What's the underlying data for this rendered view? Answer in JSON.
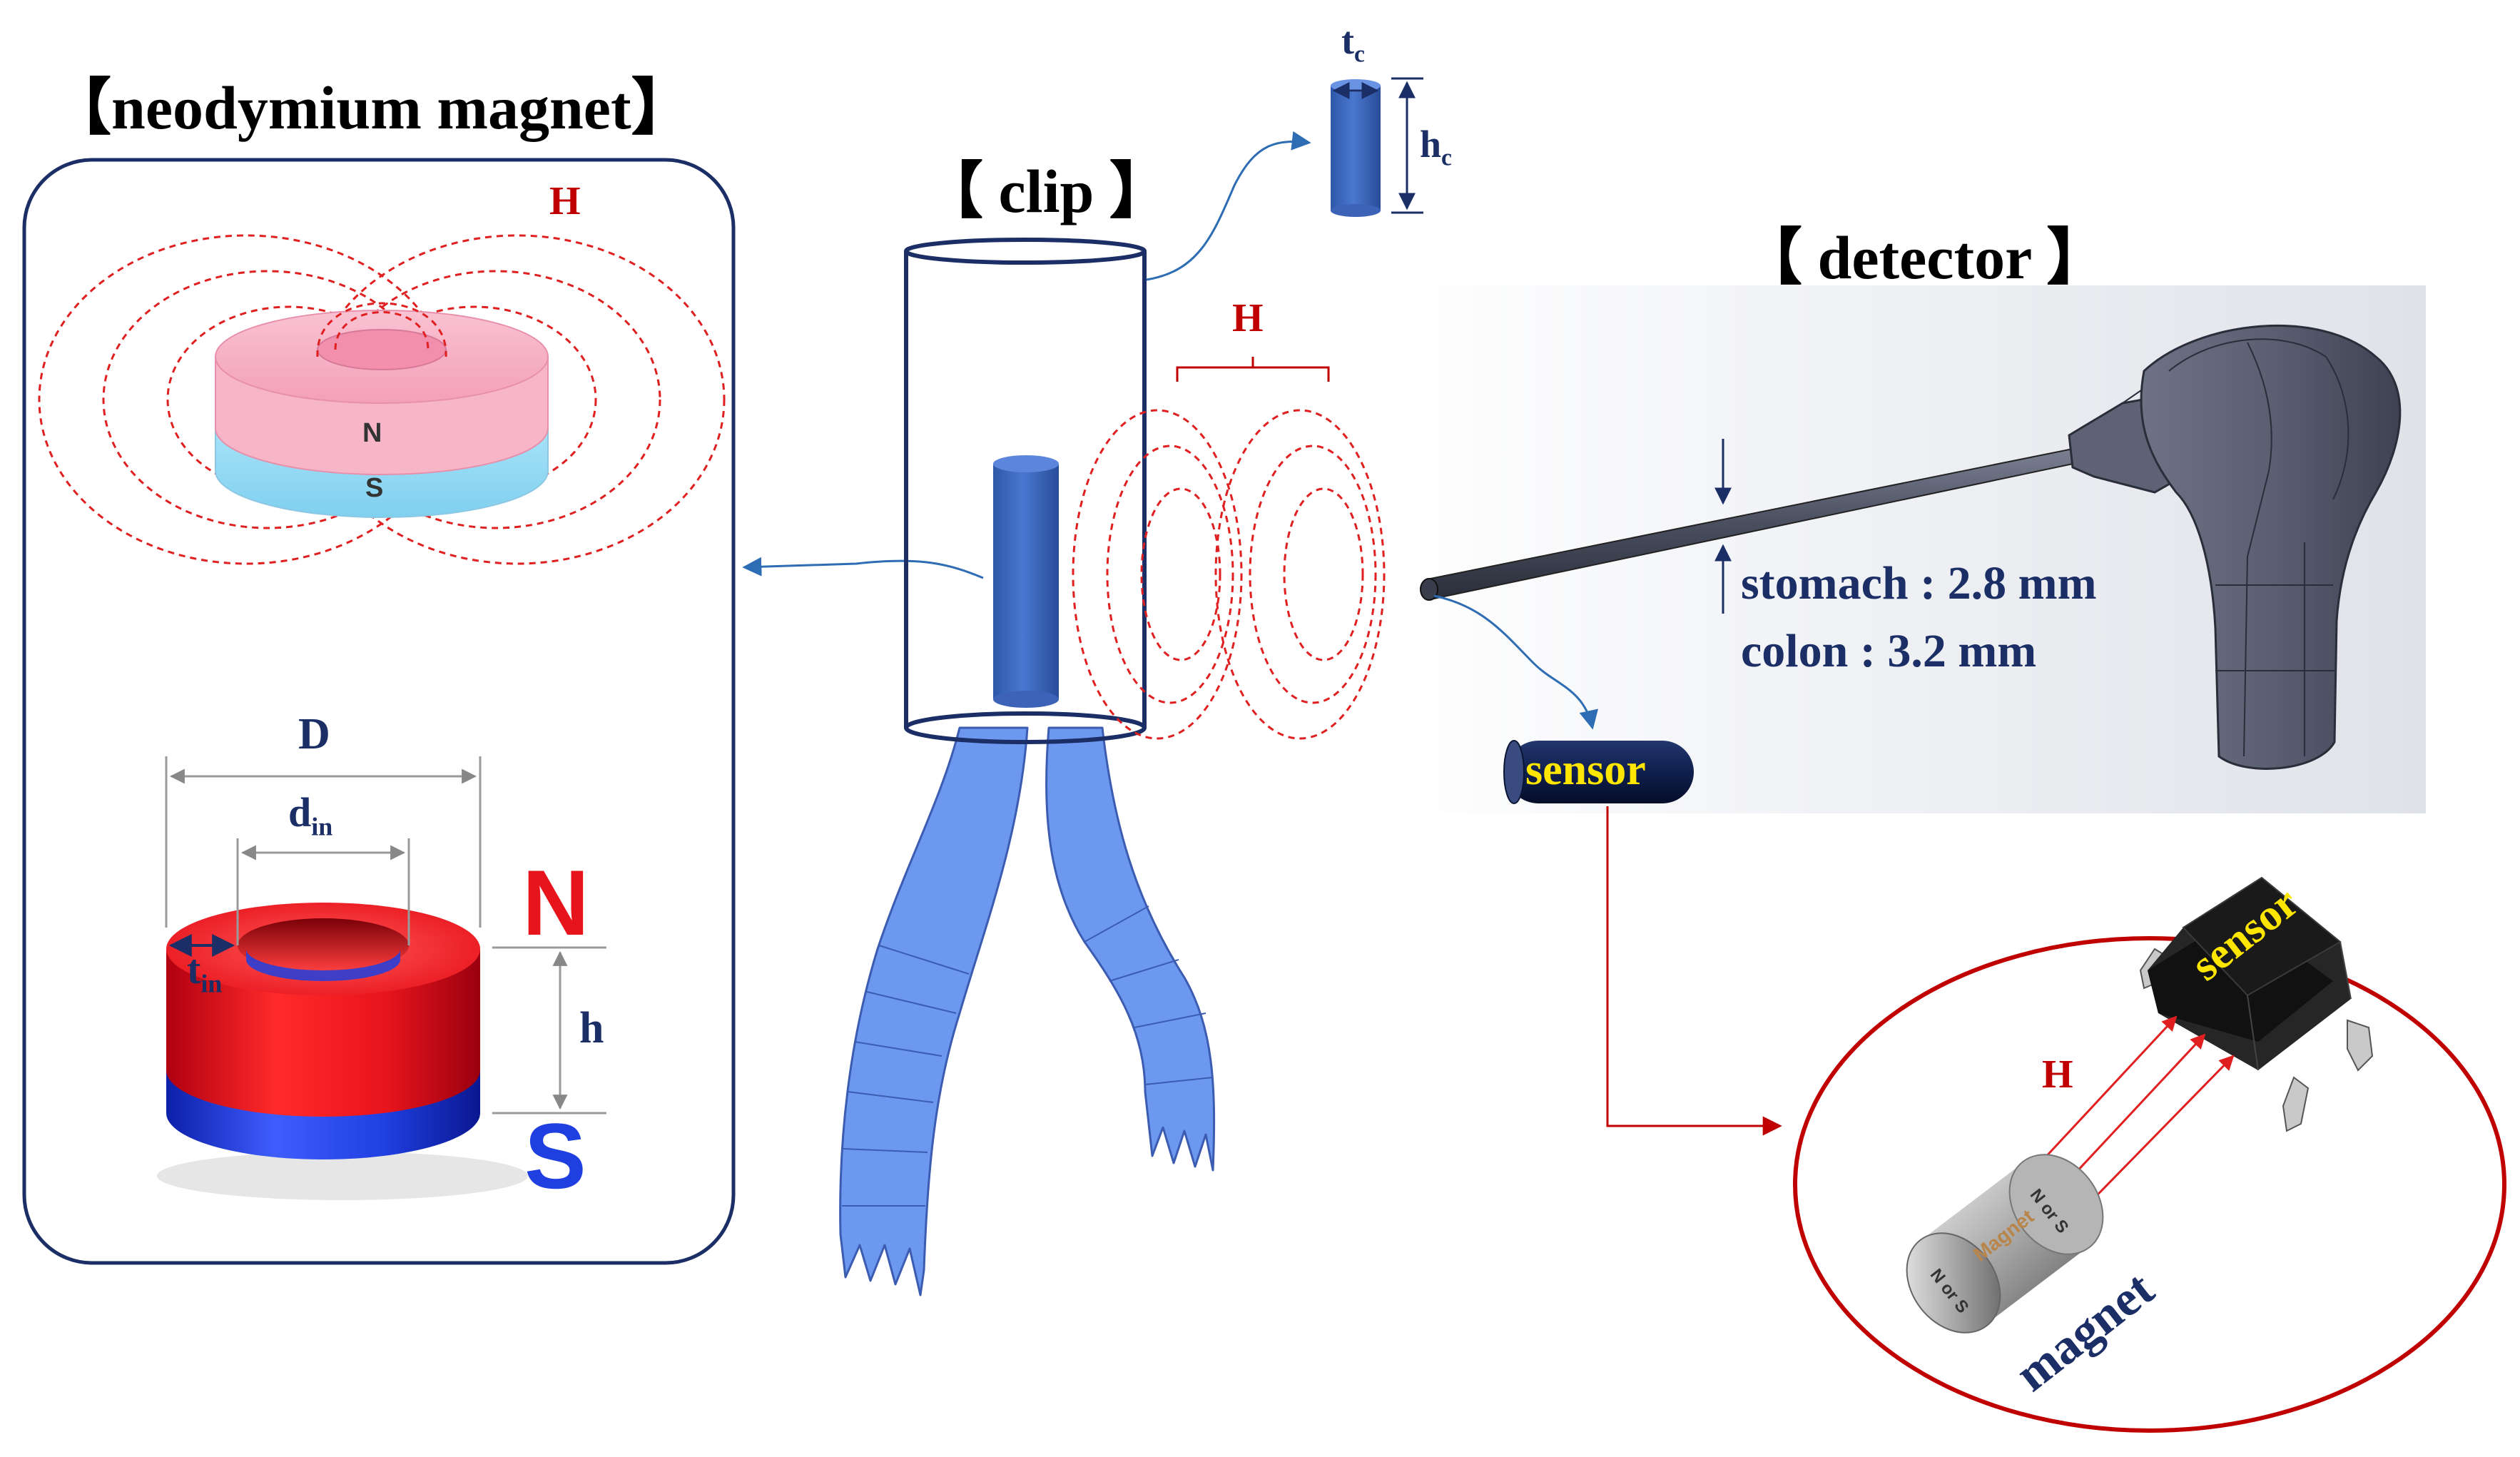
{
  "titles": {
    "magnet": "【neodymium magnet】",
    "clip": "【 clip 】",
    "detector": "【 detector 】"
  },
  "field_label": "H",
  "ring_magnet": {
    "north": "N",
    "south": "S",
    "dim_D": "D",
    "dim_d": "d",
    "dim_d_sub": "in",
    "dim_t": "t",
    "dim_t_sub": "in",
    "dim_h": "h"
  },
  "clip_magnet": {
    "dim_t": "t",
    "dim_t_sub": "c",
    "dim_h": "h",
    "dim_h_sub": "c"
  },
  "detector": {
    "stomach": "stomach : 2.8 mm",
    "colon": "colon : 3.2 mm",
    "sensor_label": "sensor"
  },
  "detail": {
    "chip_label": "sensor",
    "magnet_label": "magnet",
    "magnet_body_text": "Magnet",
    "pole_text": "N or S"
  },
  "colors": {
    "navy": "#1b2f66",
    "field_red": "#e02020",
    "magnet_red": "#e8141c",
    "magnet_blue": "#1f3fe0",
    "clip_blue": "#6d98f0",
    "sensor_yellow": "#ffe600"
  }
}
